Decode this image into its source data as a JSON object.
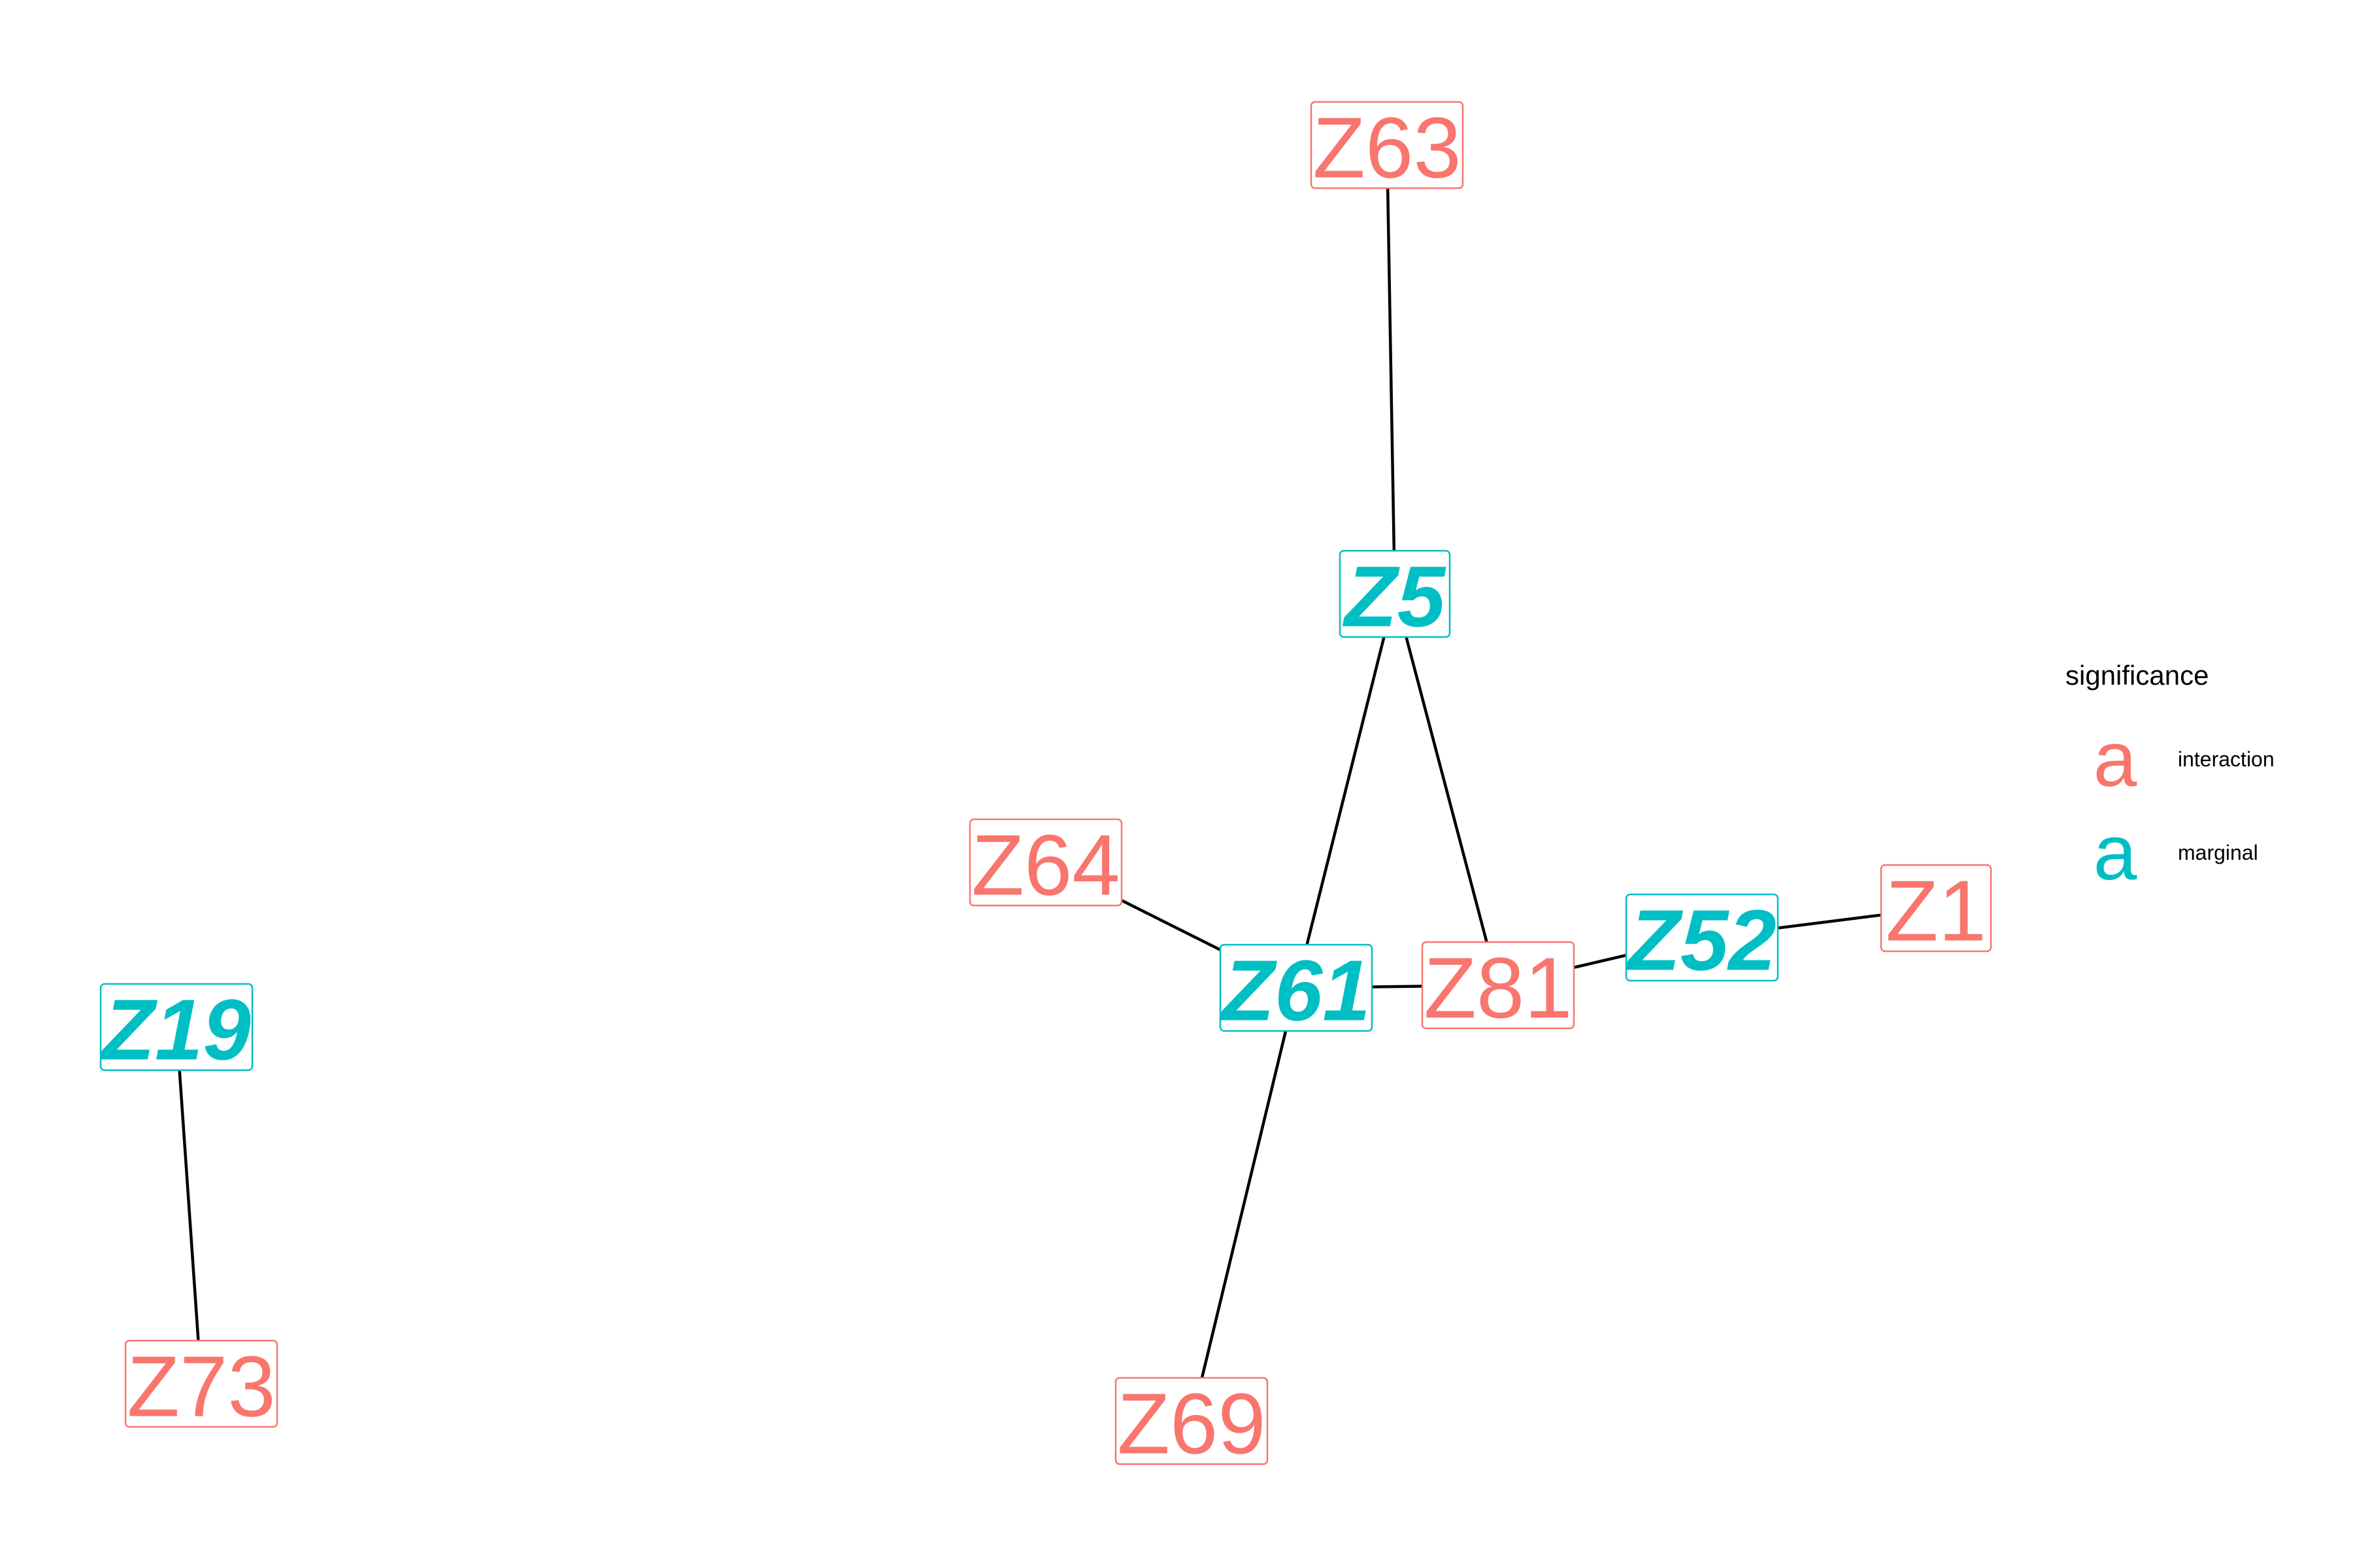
{
  "colors": {
    "interaction": "#F8766D",
    "marginal": "#00BFC4",
    "edge": "#000000"
  },
  "nodes": [
    {
      "id": "Z63",
      "label": "Z63",
      "significance": "interaction"
    },
    {
      "id": "Z5",
      "label": "Z5",
      "significance": "marginal"
    },
    {
      "id": "Z64",
      "label": "Z64",
      "significance": "interaction"
    },
    {
      "id": "Z61",
      "label": "Z61",
      "significance": "marginal"
    },
    {
      "id": "Z81",
      "label": "Z81",
      "significance": "interaction"
    },
    {
      "id": "Z52",
      "label": "Z52",
      "significance": "marginal"
    },
    {
      "id": "Z1",
      "label": "Z1",
      "significance": "interaction"
    },
    {
      "id": "Z69",
      "label": "Z69",
      "significance": "interaction"
    },
    {
      "id": "Z19",
      "label": "Z19",
      "significance": "marginal"
    },
    {
      "id": "Z73",
      "label": "Z73",
      "significance": "interaction"
    }
  ],
  "edges": [
    [
      "Z63",
      "Z5"
    ],
    [
      "Z5",
      "Z61"
    ],
    [
      "Z5",
      "Z81"
    ],
    [
      "Z64",
      "Z61"
    ],
    [
      "Z61",
      "Z81"
    ],
    [
      "Z81",
      "Z52"
    ],
    [
      "Z52",
      "Z1"
    ],
    [
      "Z61",
      "Z69"
    ],
    [
      "Z19",
      "Z73"
    ]
  ],
  "legend": {
    "title": "significance",
    "items": [
      {
        "key": "a",
        "label": "interaction",
        "significance": "interaction"
      },
      {
        "key": "a",
        "label": "marginal",
        "significance": "marginal"
      }
    ]
  }
}
